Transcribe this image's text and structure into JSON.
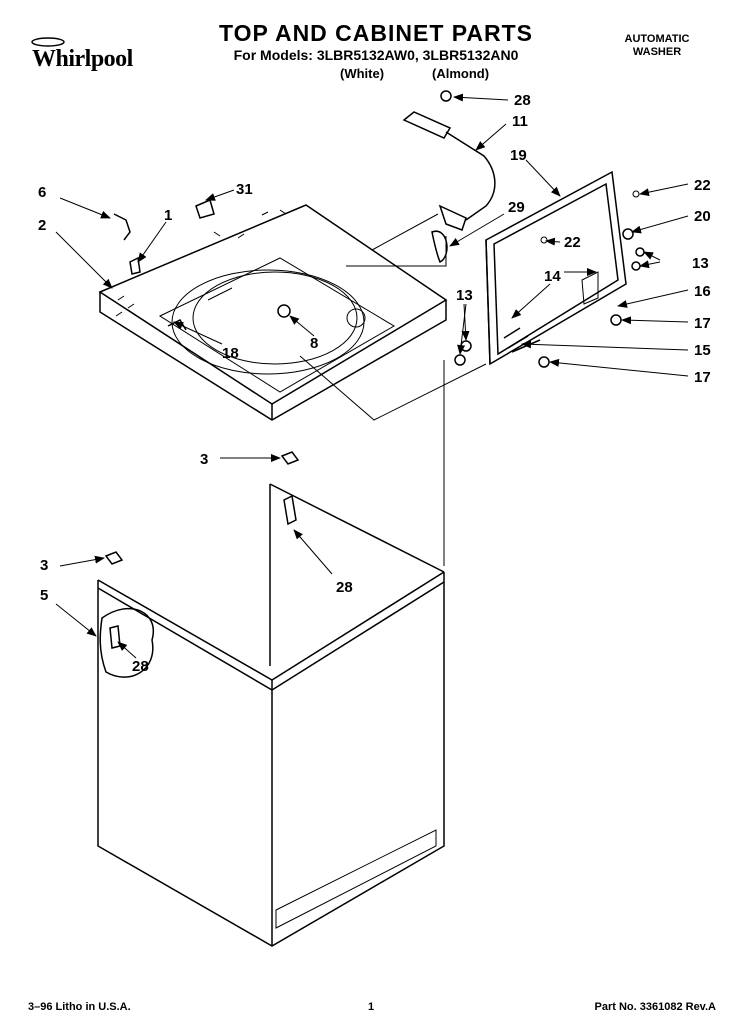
{
  "header": {
    "title": "TOP AND CABINET PARTS",
    "models": "For Models: 3LBR5132AW0, 3LBR5132AN0",
    "variant_white": "(White)",
    "variant_almond": "(Almond)",
    "type_line1": "AUTOMATIC",
    "type_line2": "WASHER",
    "brand": "Whirlpool"
  },
  "callouts": {
    "c28a": "28",
    "c11": "11",
    "c19": "19",
    "c22a": "22",
    "c20": "20",
    "c22b": "22",
    "c13a": "13",
    "c16": "16",
    "c14": "14",
    "c17a": "17",
    "c13b": "13",
    "c15": "15",
    "c17b": "17",
    "c29": "29",
    "c6": "6",
    "c31": "31",
    "c1": "1",
    "c2": "2",
    "c18": "18",
    "c8": "8",
    "c3a": "3",
    "c28b": "28",
    "c3b": "3",
    "c5": "5",
    "c28c": "28"
  },
  "footer": {
    "left": "3–96 Litho in U.S.A.",
    "page": "1",
    "right": "Part No. 3361082 Rev.A"
  }
}
